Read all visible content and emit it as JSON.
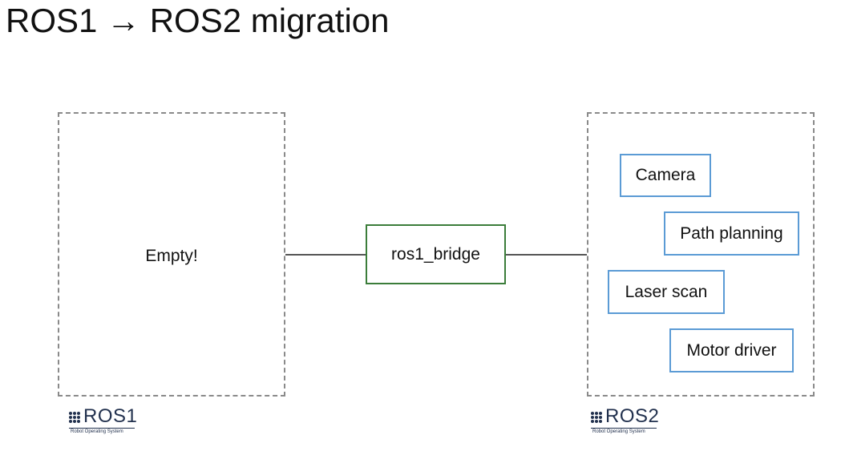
{
  "title": "ROS1 → ROS2 migration",
  "ros1": {
    "empty_label": "Empty!",
    "logo": {
      "name": "ROS",
      "version": "1",
      "tagline": "Robot Operating System"
    }
  },
  "bridge": {
    "label": "ros1_bridge"
  },
  "ros2": {
    "nodes": [
      {
        "label": "Camera"
      },
      {
        "label": "Path planning"
      },
      {
        "label": "Laser scan"
      },
      {
        "label": "Motor driver"
      }
    ],
    "logo": {
      "name": "ROS",
      "version": "2",
      "tagline": "Robot Operating System"
    }
  },
  "colors": {
    "bridge_border": "#3b7d3a",
    "node_border": "#5b9bd5",
    "region_border": "#8a8a8a",
    "logo": "#22314e"
  }
}
